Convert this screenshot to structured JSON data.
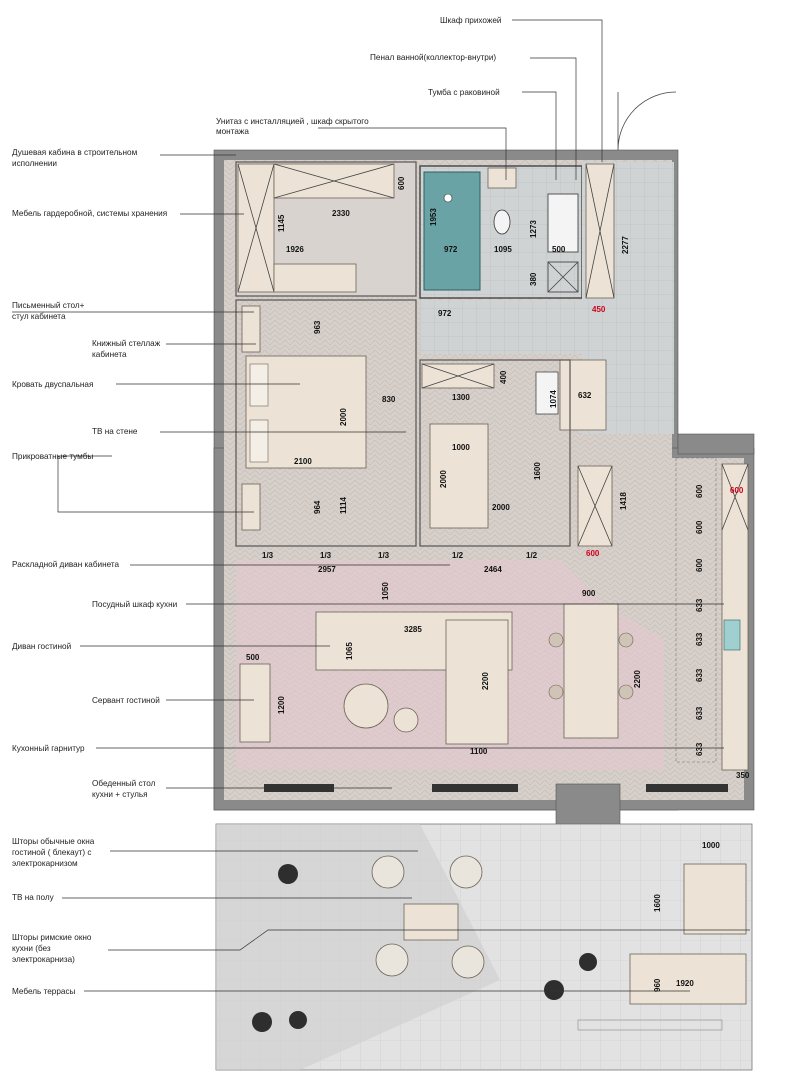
{
  "labels": {
    "wardrobe_hall": "Шкаф прихожей",
    "bath_cabinet": "Пенал ванной(коллектор-внутри)",
    "sink_cabinet": "Тумба с раковиной",
    "toilet": "Унитаз с инсталляцией , шкаф скрытого",
    "toilet_2": "монтажа",
    "shower": "Душевая кабина в строительном",
    "shower_2": "исполнении",
    "dressing": "Мебель гардеробной, системы хранения",
    "desk": "Письменный стол+",
    "desk_2": "стул кабинета",
    "bookshelf": "Книжный стеллаж",
    "bookshelf_2": "кабинета",
    "bed": "Кровать двуспальная",
    "tv_wall": "ТВ на стене",
    "nightstands": "Прикроватные тумбы",
    "sofa_bed": "Раскладной диван кабинета",
    "dish_cabinet": "Посудный шкаф кухни",
    "sofa_living": "Диван гостиной",
    "sideboard": "Сервант гостиной",
    "kitchen_set": "Кухонный гарнитур",
    "dining": "Обеденный стол",
    "dining_2": "кухни + стулья",
    "curtains": "Шторы обычные окна",
    "curtains_2": "гостиной ( блекаут) с",
    "curtains_3": "электрокарнизом",
    "tv_floor": "ТВ на полу",
    "roman": "Шторы римские окно",
    "roman_2": "кухни (без",
    "roman_3": "электрокарниза)",
    "terrace": "Мебель террасы"
  },
  "dims": {
    "d600a": "600",
    "d2330": "2330",
    "d1145": "1145",
    "d1926": "1926",
    "d1953": "1953",
    "d972a": "972",
    "d1095": "1095",
    "d1273": "1273",
    "d500a": "500",
    "d380": "380",
    "d2277": "2277",
    "d972b": "972",
    "d450": "450",
    "d963": "963",
    "d830": "830",
    "d2000a": "2000",
    "d2100": "2100",
    "d964": "964",
    "d1114": "1114",
    "d400": "400",
    "d1300": "1300",
    "d1074": "1074",
    "d632": "632",
    "d1000a": "1000",
    "d2000b": "2000",
    "d1600a": "1600",
    "d2000c": "2000",
    "d1418": "1418",
    "d600b": "600",
    "d600c": "600",
    "d600d": "600",
    "d600e": "600",
    "d600f": "600",
    "d1_3a": "1/3",
    "d1_3b": "1/3",
    "d1_3c": "1/3",
    "d1_2a": "1/2",
    "d1_2b": "1/2",
    "d2957": "2957",
    "d2464": "2464",
    "d1050": "1050",
    "d900": "900",
    "d3285": "3285",
    "d1065": "1065",
    "d500b": "500",
    "d1200": "1200",
    "d2200a": "2200",
    "d2200b": "2200",
    "d1100": "1100",
    "d633a": "633",
    "d633b": "633",
    "d633c": "633",
    "d633d": "633",
    "d633e": "633",
    "d350": "350",
    "d1000b": "1000",
    "d1600b": "1600",
    "d960": "960",
    "d1920": "1920"
  },
  "colors": {
    "wall": "#8a8a8a",
    "floor": "#d9d3cf",
    "pink": "#e8c9cf",
    "tile": "#c9ced0",
    "water": "#6aa3a6",
    "accent": "#d0021b"
  }
}
